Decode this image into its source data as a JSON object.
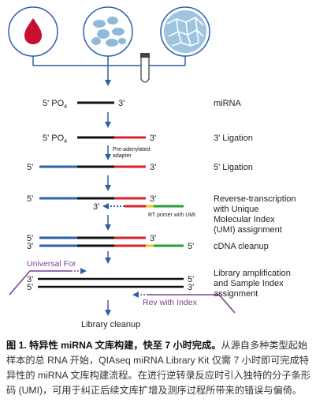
{
  "sources": [
    {
      "icon": "blood-drop-icon"
    },
    {
      "icon": "cells-icon"
    },
    {
      "icon": "tissue-icon"
    }
  ],
  "steps": {
    "mirna": {
      "five": "5' PO",
      "sub": "4",
      "three": "3'",
      "label": "miRNA"
    },
    "ligation3": {
      "five": "5' PO",
      "sub": "4",
      "three": "3'",
      "label": "3' Ligation",
      "note1": "Pre-adenylated",
      "note2": "adapter"
    },
    "ligation5": {
      "five": "5'",
      "three": "3'",
      "label": "5' Ligation"
    },
    "rt": {
      "five": "5'",
      "three": "3'",
      "left3": "3'",
      "primer": "RT primer with UMI",
      "label1": "Reverse-transcription",
      "label2": "with Unique",
      "label3": "Molecular Index",
      "label4": "(UMI) assignment"
    },
    "cdna": {
      "top5": "5'",
      "top3": "3'",
      "bot3": "3'",
      "bot5": "5'",
      "label": "cDNA cleanup"
    },
    "amp": {
      "universal": "Universal For",
      "top3": "3'",
      "top5": "5'",
      "bot5": "5'",
      "bot3": "3'",
      "rev": "Rev with Index",
      "label1": "Library amplification",
      "label2": "and Sample Index",
      "label3": "assignment"
    },
    "cleanup": {
      "label": "Library cleanup"
    }
  },
  "caption": {
    "bold": "图 1. 特异性 miRNA 文库构建，快至 7 小时完成。",
    "text": "从源自多种类型起始样本的总 RNA 开始，QIAseq miRNA Library Kit 仅需 7 小时即可完成特异性的 miRNA 文库构建流程。在进行逆转录反应时引入独特的分子条形码 (UMI)，可用于纠正后续文库扩增及测序过程所带来的错误与偏倚。"
  },
  "colors": {
    "blue": "#2b62b0",
    "red": "#d8232a",
    "green": "#2a9b3a",
    "yellow": "#f1c21b",
    "purple": "#7a3f96",
    "black": "#111111",
    "arrow": "#2c5fa8",
    "blood": "#c8102e",
    "cell": "#8fb9d9"
  }
}
